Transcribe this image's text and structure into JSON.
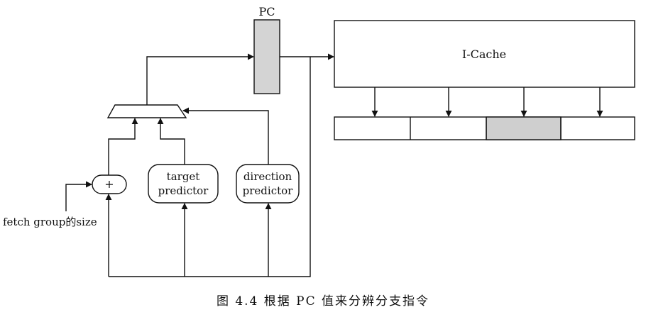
{
  "pc": {
    "label": "PC",
    "fill": "#d4d4d4"
  },
  "icache": {
    "label": "I-Cache"
  },
  "adder": {
    "label": "+"
  },
  "target_predictor": {
    "line1": "target",
    "line2": "predictor"
  },
  "direction_predictor": {
    "line1": "direction",
    "line2": "predictor"
  },
  "fetch_group_label": "fetch group的size",
  "fetch_line": {
    "highlight_fill": "#cfcfcf"
  },
  "caption": "图 4.4   根据 PC 值来分辨分支指令",
  "colors": {
    "stroke": "#111111"
  }
}
